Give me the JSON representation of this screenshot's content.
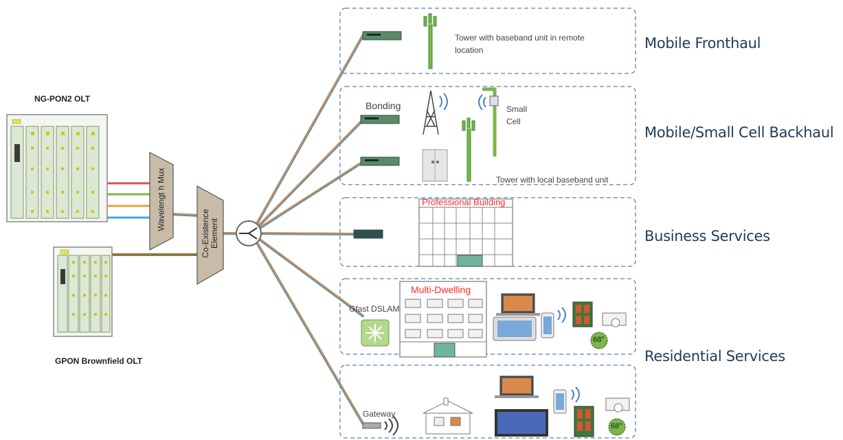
{
  "olts": {
    "ng_pon2": "NG-PON2 OLT",
    "gpon": "GPON Brownfield OLT"
  },
  "elements": {
    "wavelength_mux": "Wavelengt h Mux",
    "coexistence": "Co-Existence Element"
  },
  "services": {
    "fronthaul": "Mobile Fronthaul",
    "backhaul": "Mobile/Small Cell Backhaul",
    "business": "Business Services",
    "residential": "Residential Services"
  },
  "labels": {
    "tower_remote": "Tower with baseband unit in remote location",
    "bonding": "Bonding",
    "small_cell": "Small Cell",
    "tower_local": "Tower with local baseband unit",
    "professional_building": "Professional Building",
    "multi_dwelling": "Multi-Dwelling",
    "gfast": "Gfast DSLAM",
    "gateway": "Gateway",
    "thermostat_1": "68°",
    "thermostat_2": "68°"
  },
  "colors": {
    "fiber_orange": "#e8834a",
    "fiber_teal": "#4a9bb0",
    "line_red": "#d9534f",
    "line_green": "#7ab648",
    "line_orange": "#f0a030",
    "line_blue": "#40a8d8",
    "line_olive": "#8a7a40",
    "box_border": "#5b7fb0",
    "service_text": "#1f3b57",
    "building_label": "#ff2a2a",
    "mux_fill": "#c8bba8"
  }
}
